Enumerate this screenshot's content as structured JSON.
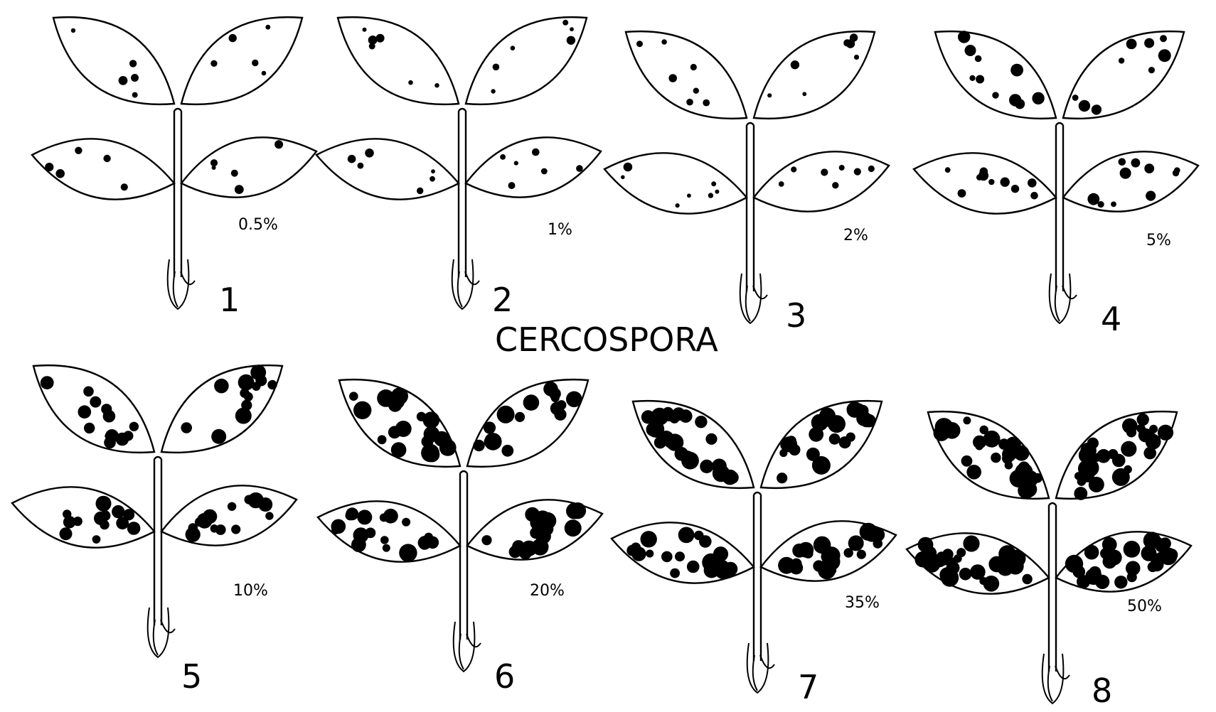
{
  "title": "CERCOSPORA",
  "colors": {
    "ink": "#000000",
    "paper": "#ffffff"
  },
  "scale": [
    {
      "grade": "1",
      "severity": "0.5%",
      "severity_percent": 0.5
    },
    {
      "grade": "2",
      "severity": "1%",
      "severity_percent": 1
    },
    {
      "grade": "3",
      "severity": "2%",
      "severity_percent": 2
    },
    {
      "grade": "4",
      "severity": "5%",
      "severity_percent": 5
    },
    {
      "grade": "5",
      "severity": "10%",
      "severity_percent": 10
    },
    {
      "grade": "6",
      "severity": "20%",
      "severity_percent": 20
    },
    {
      "grade": "7",
      "severity": "35%",
      "severity_percent": 35
    },
    {
      "grade": "8",
      "severity": "50%",
      "severity_percent": 50
    }
  ]
}
